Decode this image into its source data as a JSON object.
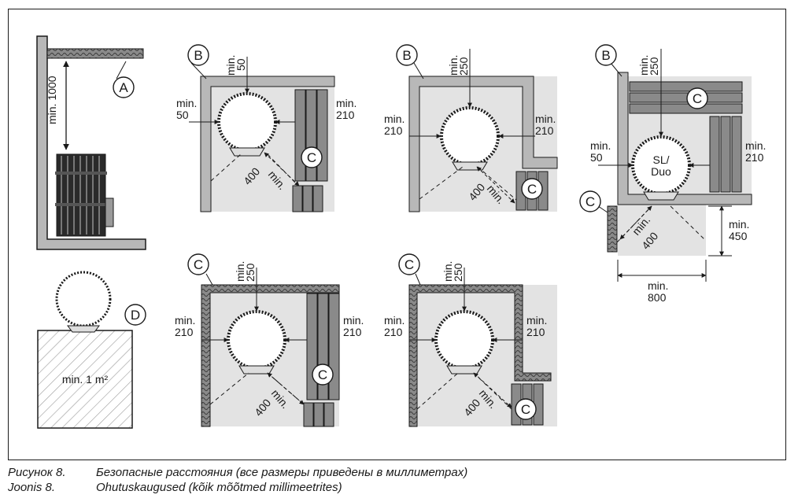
{
  "labels": {
    "A": "A",
    "B": "B",
    "C": "C",
    "D": "D",
    "min": "min.",
    "v50": "50",
    "v210": "210",
    "v250": "250",
    "v400": "400",
    "v450": "450",
    "v800": "800",
    "v1000": "min. 1000",
    "sl": "SL/",
    "duo": "Duo",
    "area": "min. 1 m²"
  },
  "caption": {
    "line1_num": "Рисунок 8.",
    "line1_text": "Безопасные расстояния (все размеры приведены в миллиметрах)",
    "line2_num": "Joonis 8.",
    "line2_text": "Ohutuskaugused (kõik mõõtmed millimeetrites)"
  }
}
